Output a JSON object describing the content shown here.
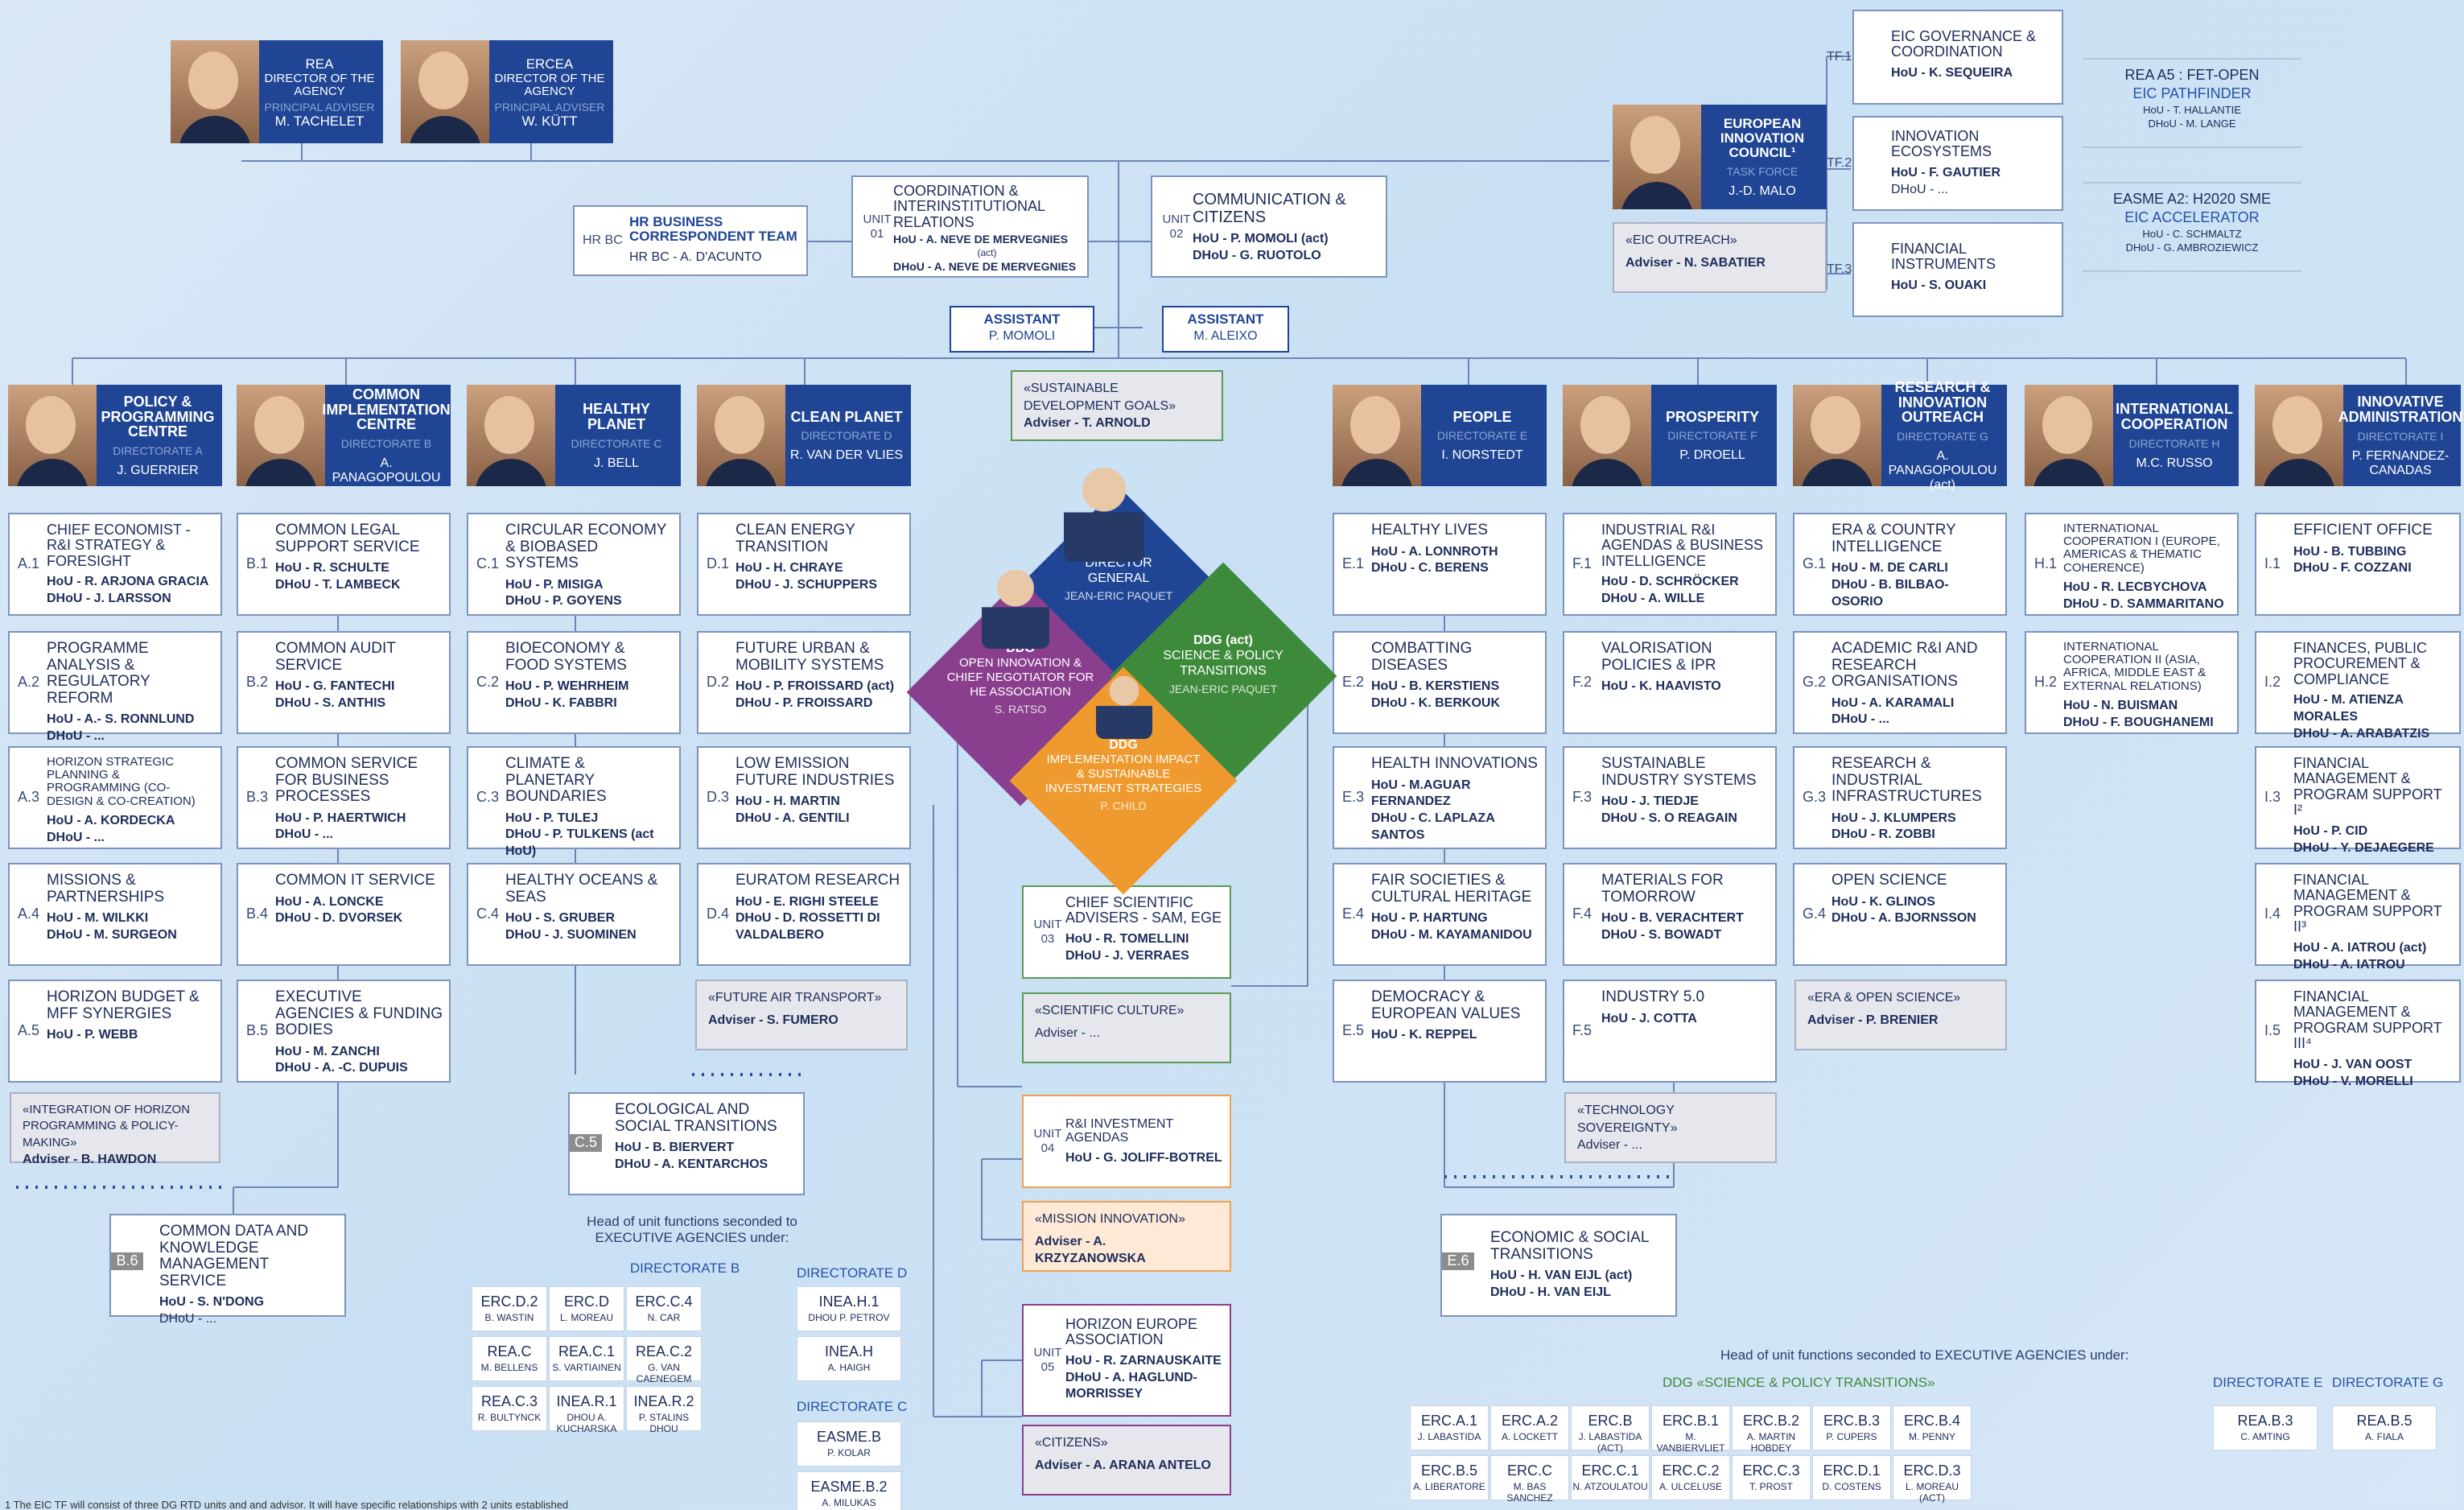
{
  "agencies": {
    "rea": {
      "name": "REA",
      "title": "DIRECTOR OF THE AGENCY",
      "adviser": "PRINCIPAL ADVISER",
      "person": "M. TACHELET"
    },
    "ercea": {
      "name": "ERCEA",
      "title": "DIRECTOR OF THE AGENCY",
      "adviser": "PRINCIPAL ADVISER",
      "person": "W. KÜTT"
    }
  },
  "top_units": {
    "hr": {
      "code": "HR BC",
      "title": "HR BUSINESS CORRESPONDENT TEAM",
      "line": "HR BC - A. D'ACUNTO"
    },
    "u01": {
      "code": "UNIT 01",
      "title": "COORDINATION & INTERINSTITUTIONAL RELATIONS",
      "hou": "HoU - A. NEVE DE MERVEGNIES",
      "act": "(act)",
      "dhou": "DHoU - A. NEVE DE MERVEGNIES"
    },
    "u02": {
      "code": "UNIT 02",
      "title": "COMMUNICATION & CITIZENS",
      "hou": "HoU - P. MOMOLI (act)",
      "dhou": "DHoU - G. RUOTOLO"
    }
  },
  "assistants": [
    {
      "label": "ASSISTANT",
      "name": "P. MOMOLI"
    },
    {
      "label": "ASSISTANT",
      "name": "M. ALEIXO"
    }
  ],
  "sdg": {
    "title": "«SUSTAINABLE DEVELOPMENT GOALS»",
    "adviser": "Adviser - T. ARNOLD"
  },
  "eic": {
    "title": "EUROPEAN INNOVATION COUNCIL¹",
    "sub": "TASK FORCE",
    "person": "J.-D. MALO",
    "outreach": "«EIC OUTREACH»",
    "outreach_adviser": "Adviser - N. SABATIER"
  },
  "tf": [
    {
      "code": "TF.1",
      "title": "EIC GOVERNANCE & COORDINATION",
      "hou": "HoU - K. SEQUEIRA",
      "dhou": ""
    },
    {
      "code": "TF.2",
      "title": "INNOVATION ECOSYSTEMS",
      "hou": "HoU - F. GAUTIER",
      "dhou": "DHoU - ..."
    },
    {
      "code": "TF.3",
      "title": "FINANCIAL INSTRUMENTS",
      "hou": "HoU - S. OUAKI",
      "dhou": ""
    }
  ],
  "side_notes": [
    {
      "l1": "REA A5 : FET-OPEN",
      "l2": "EIC PATHFINDER",
      "l3": "HoU - T. HALLANTIE",
      "l4": "DHoU - M. LANGE"
    },
    {
      "l1": "EASME A2: H2020 SME",
      "l2": "EIC ACCELERATOR",
      "l3": "HoU - C. SCHMALTZ",
      "l4": "DHoU - G. AMBROZIEWICZ"
    }
  ],
  "dg": {
    "title": "DIRECTOR GENERAL",
    "person": "JEAN-ERIC PAQUET"
  },
  "ddg1": {
    "title": "DDG",
    "sub": "OPEN INNOVATION & CHIEF NEGOTIATOR FOR HE ASSOCIATION",
    "person": "S. RATSO"
  },
  "ddg2": {
    "title": "DDG (act)",
    "sub": "SCIENCE & POLICY TRANSITIONS",
    "person": "JEAN-ERIC PAQUET"
  },
  "ddg3": {
    "title": "DDG",
    "sub": "IMPLEMENTATION IMPACT & SUSTAINABLE INVESTMENT STRATEGIES",
    "person": "P. CHILD"
  },
  "directorates": [
    {
      "name": "POLICY & PROGRAMMING CENTRE",
      "dir": "DIRECTORATE A",
      "person": "J. GUERRIER"
    },
    {
      "name": "COMMON IMPLEMENTATION CENTRE",
      "dir": "DIRECTORATE B",
      "person": "A. PANAGOPOULOU"
    },
    {
      "name": "HEALTHY PLANET",
      "dir": "DIRECTORATE C",
      "person": "J. BELL"
    },
    {
      "name": "CLEAN PLANET",
      "dir": "DIRECTORATE D",
      "person": "R. VAN DER VLIES"
    },
    {
      "name": "PEOPLE",
      "dir": "DIRECTORATE E",
      "person": "I. NORSTEDT"
    },
    {
      "name": "PROSPERITY",
      "dir": "DIRECTORATE F",
      "person": "P. DROELL"
    },
    {
      "name": "RESEARCH & INNOVATION OUTREACH",
      "dir": "DIRECTORATE G",
      "person": "A. PANAGOPOULOU (act)"
    },
    {
      "name": "INTERNATIONAL COOPERATION",
      "dir": "DIRECTORATE H",
      "person": "M.C. RUSSO"
    },
    {
      "name": "INNOVATIVE ADMINISTRATION",
      "dir": "DIRECTORATE I",
      "person": "P. FERNANDEZ-CANADAS"
    }
  ],
  "units": {
    "A": [
      {
        "code": "A.1",
        "title": "CHIEF ECONOMIST - R&I STRATEGY & FORESIGHT",
        "hou": "HoU - R. ARJONA GRACIA",
        "dhou": "DHoU - J. LARSSON"
      },
      {
        "code": "A.2",
        "title": "PROGRAMME ANALYSIS & REGULATORY REFORM",
        "hou": "HoU - A.- S. RONNLUND",
        "dhou": "DHoU - ..."
      },
      {
        "code": "A.3",
        "title": "HORIZON STRATEGIC PLANNING & PROGRAMMING (CO-DESIGN & CO-CREATION)",
        "hou": "HoU - A. KORDECKA",
        "dhou": "DHoU - ..."
      },
      {
        "code": "A.4",
        "title": "MISSIONS & PARTNERSHIPS",
        "hou": "HoU - M. WILKKI",
        "dhou": "DHoU - M. SURGEON"
      },
      {
        "code": "A.5",
        "title": "HORIZON BUDGET & MFF SYNERGIES",
        "hou": "HoU - P. WEBB",
        "dhou": ""
      }
    ],
    "B": [
      {
        "code": "B.1",
        "title": "COMMON LEGAL SUPPORT SERVICE",
        "hou": "HoU - R. SCHULTE",
        "dhou": "DHoU - T. LAMBECK"
      },
      {
        "code": "B.2",
        "title": "COMMON AUDIT SERVICE",
        "hou": "HoU - G. FANTECHI",
        "dhou": "DHoU - S. ANTHIS"
      },
      {
        "code": "B.3",
        "title": "COMMON SERVICE FOR BUSINESS PROCESSES",
        "hou": "HoU - P. HAERTWICH",
        "dhou": "DHoU - ..."
      },
      {
        "code": "B.4",
        "title": "COMMON IT SERVICE",
        "hou": "HoU - A. LONCKE",
        "dhou": "DHoU - D. DVORSEK"
      },
      {
        "code": "B.5",
        "title": "EXECUTIVE AGENCIES & FUNDING BODIES",
        "hou": "HoU - M. ZANCHI",
        "dhou": "DHoU - A. -C. DUPUIS"
      }
    ],
    "C": [
      {
        "code": "C.1",
        "title": "CIRCULAR ECONOMY & BIOBASED SYSTEMS",
        "hou": "HoU - P. MISIGA",
        "dhou": "DHoU - P. GOYENS"
      },
      {
        "code": "C.2",
        "title": "BIOECONOMY & FOOD SYSTEMS",
        "hou": "HoU - P. WEHRHEIM",
        "dhou": "DHoU - K. FABBRI"
      },
      {
        "code": "C.3",
        "title": "CLIMATE & PLANETARY BOUNDARIES",
        "hou": "HoU - P. TULEJ",
        "dhou": "DHoU - P. TULKENS (act HoU)"
      },
      {
        "code": "C.4",
        "title": "HEALTHY OCEANS & SEAS",
        "hou": "HoU - S. GRUBER",
        "dhou": "DHoU - J. SUOMINEN"
      }
    ],
    "D": [
      {
        "code": "D.1",
        "title": "CLEAN ENERGY TRANSITION",
        "hou": "HoU - H. CHRAYE",
        "dhou": "DHoU - J. SCHUPPERS"
      },
      {
        "code": "D.2",
        "title": "FUTURE URBAN & MOBILITY SYSTEMS",
        "hou": "HoU - P. FROISSARD (act)",
        "dhou": "DHoU - P. FROISSARD"
      },
      {
        "code": "D.3",
        "title": "LOW EMISSION FUTURE INDUSTRIES",
        "hou": "HoU - H. MARTIN",
        "dhou": "DHoU - A. GENTILI"
      },
      {
        "code": "D.4",
        "title": "EURATOM RESEARCH",
        "hou": "HoU - E. RIGHI STEELE",
        "dhou": "DHoU - D. ROSSETTI DI VALDALBERO"
      }
    ],
    "E": [
      {
        "code": "E.1",
        "title": "HEALTHY LIVES",
        "hou": "HoU - A. LONNROTH",
        "dhou": "DHoU - C. BERENS"
      },
      {
        "code": "E.2",
        "title": "COMBATTING DISEASES",
        "hou": "HoU - B. KERSTIENS",
        "dhou": "DHoU - K. BERKOUK"
      },
      {
        "code": "E.3",
        "title": "HEALTH INNOVATIONS",
        "hou": "HoU - M.AGUAR FERNANDEZ",
        "dhou": "DHoU - C. LAPLAZA SANTOS"
      },
      {
        "code": "E.4",
        "title": "FAIR SOCIETIES & CULTURAL HERITAGE",
        "hou": "HoU - P. HARTUNG",
        "dhou": "DHoU - M. KAYAMANIDOU"
      },
      {
        "code": "E.5",
        "title": "DEMOCRACY & EUROPEAN VALUES",
        "hou": "HoU - K. REPPEL",
        "dhou": ""
      }
    ],
    "F": [
      {
        "code": "F.1",
        "title": "INDUSTRIAL R&I AGENDAS & BUSINESS INTELLIGENCE",
        "hou": "HoU - D. SCHRÖCKER",
        "dhou": "DHoU - A. WILLE"
      },
      {
        "code": "F.2",
        "title": "VALORISATION POLICIES & IPR",
        "hou": "HoU - K. HAAVISTO",
        "dhou": ""
      },
      {
        "code": "F.3",
        "title": "SUSTAINABLE INDUSTRY SYSTEMS",
        "hou": "HoU - J. TIEDJE",
        "dhou": "DHoU - S. O REAGAIN"
      },
      {
        "code": "F.4",
        "title": "MATERIALS FOR TOMORROW",
        "hou": "HoU - B. VERACHTERT",
        "dhou": "DHoU - S. BOWADT"
      },
      {
        "code": "F.5",
        "title": "INDUSTRY 5.0",
        "hou": "HoU - J. COTTA",
        "dhou": ""
      }
    ],
    "G": [
      {
        "code": "G.1",
        "title": "ERA & COUNTRY INTELLIGENCE",
        "hou": "HoU - M. DE CARLI",
        "dhou": "DHoU - B. BILBAO-OSORIO"
      },
      {
        "code": "G.2",
        "title": "ACADEMIC R&I AND RESEARCH ORGANISATIONS",
        "hou": "HoU - A. KARAMALI",
        "dhou": "DHoU - ..."
      },
      {
        "code": "G.3",
        "title": "RESEARCH & INDUSTRIAL INFRASTRUCTURES",
        "hou": "HoU - J. KLUMPERS",
        "dhou": "DHoU - R. ZOBBI"
      },
      {
        "code": "G.4",
        "title": "OPEN SCIENCE",
        "hou": "HoU - K. GLINOS",
        "dhou": "DHoU - A. BJORNSSON"
      }
    ],
    "H": [
      {
        "code": "H.1",
        "title": "INTERNATIONAL COOPERATION I (EUROPE, AMERICAS & THEMATIC COHERENCE)",
        "hou": "HoU - R. LECBYCHOVA",
        "dhou": "DHoU - D. SAMMARITANO"
      },
      {
        "code": "H.2",
        "title": "INTERNATIONAL COOPERATION II (ASIA, AFRICA, MIDDLE EAST & EXTERNAL RELATIONS)",
        "hou": "HoU - N. BUISMAN",
        "dhou": "DHoU - F. BOUGHANEMI"
      }
    ],
    "I": [
      {
        "code": "I.1",
        "title": "EFFICIENT OFFICE",
        "hou": "HoU - B. TUBBING",
        "dhou": "DHoU - F. COZZANI"
      },
      {
        "code": "I.2",
        "title": "FINANCES, PUBLIC PROCUREMENT & COMPLIANCE",
        "hou": "HoU - M. ATIENZA MORALES",
        "dhou": "DHoU - A. ARABATZIS"
      },
      {
        "code": "I.3",
        "title": "FINANCIAL MANAGEMENT & PROGRAM SUPPORT I²",
        "hou": "HoU - P. CID",
        "dhou": "DHoU - Y. DEJAEGERE"
      },
      {
        "code": "I.4",
        "title": "FINANCIAL MANAGEMENT & PROGRAM SUPPORT II³",
        "hou": "HoU - A. IATROU (act)",
        "dhou": "DHoU - A. IATROU"
      },
      {
        "code": "I.5",
        "title": "FINANCIAL MANAGEMENT & PROGRAM SUPPORT III⁴",
        "hou": "HoU - J. VAN OOST",
        "dhou": "DHoU - V. MORELLI"
      }
    ]
  },
  "advisers": {
    "a": {
      "title": "«INTEGRATION OF HORIZON PROGRAMMING & POLICY-MAKING»",
      "adviser": "Adviser - B. HAWDON"
    },
    "d": {
      "title": "«FUTURE AIR TRANSPORT»",
      "adviser": "Adviser - S. FUMERO"
    },
    "f": {
      "title": "«TECHNOLOGY SOVEREIGNTY»",
      "adviser": "Adviser - ..."
    },
    "g": {
      "title": "«ERA & OPEN SCIENCE»",
      "adviser": "Adviser - P. BRENIER"
    },
    "sci": {
      "title": "«SCIENTIFIC CULTURE»",
      "adviser": "Adviser - ..."
    },
    "mission": {
      "title": "«MISSION INNOVATION»",
      "adviser": "Adviser - A. KRZYZANOWSKA"
    },
    "citizens": {
      "title": "«CITIZENS»",
      "adviser": "Adviser - A. ARANA ANTELO"
    }
  },
  "special_units": {
    "c5": {
      "code": "C.5",
      "title": "ECOLOGICAL AND SOCIAL TRANSITIONS",
      "hou": "HoU - B. BIERVERT",
      "dhou": "DHoU - A. KENTARCHOS"
    },
    "b6": {
      "code": "B.6",
      "title": "COMMON DATA AND KNOWLEDGE MANAGEMENT SERVICE",
      "hou": "HoU - S. N'DONG",
      "dhou": "DHoU - ..."
    },
    "e6": {
      "code": "E.6",
      "title": "ECONOMIC & SOCIAL TRANSITIONS",
      "hou": "HoU - H. VAN EIJL (act)",
      "dhou": "DHoU - H. VAN EIJL"
    },
    "u03": {
      "code": "UNIT 03",
      "title": "CHIEF SCIENTIFIC ADVISERS - SAM, EGE",
      "hou": "HoU - R. TOMELLINI",
      "dhou": "DHoU - J. VERRAES"
    },
    "u04": {
      "code": "UNIT 04",
      "title": "R&I INVESTMENT AGENDAS",
      "hou": "HoU - G. JOLIFF-BOTREL",
      "dhou": ""
    },
    "u05": {
      "code": "UNIT 05",
      "title": "HORIZON EUROPE ASSOCIATION",
      "hou": "HoU - R. ZARNAUSKAITE",
      "dhou": "DHoU - A. HAGLUND-MORRISSEY"
    }
  },
  "seconded_left": {
    "heading": "Head of unit functions seconded to EXECUTIVE AGENCIES under:",
    "dirB": "DIRECTORATE B",
    "dirD": "DIRECTORATE D",
    "dirC": "DIRECTORATE C",
    "b_cells": [
      {
        "a": "ERC.D.2",
        "b": "B. WASTIN"
      },
      {
        "a": "ERC.D",
        "b": "L. MOREAU"
      },
      {
        "a": "ERC.C.4",
        "b": "N. CAR"
      },
      {
        "a": "REA.C",
        "b": "M. BELLENS"
      },
      {
        "a": "REA.C.1",
        "b": "S. VARTIAINEN"
      },
      {
        "a": "REA.C.2",
        "b": "G. VAN CAENEGEM"
      },
      {
        "a": "REA.C.3",
        "b": "R. BULTYNCK"
      },
      {
        "a": "INEA.R.1",
        "b": "DHoU A. KUCHARSKA"
      },
      {
        "a": "INEA.R.2",
        "b": "P. STALINS DHoU"
      }
    ],
    "d_cells": [
      {
        "a": "INEA.H.1",
        "b": "DHoU P. PETROV"
      },
      {
        "a": "INEA.H",
        "b": "A. HAIGH"
      }
    ],
    "c_cells": [
      {
        "a": "EASME.B",
        "b": "P. KOLAR"
      },
      {
        "a": "EASME.B.2",
        "b": "A. MILUKAS"
      }
    ]
  },
  "seconded_right": {
    "heading": "Head of unit functions seconded to EXECUTIVE AGENCIES under:",
    "ddg": "DDG «SCIENCE & POLICY TRANSITIONS»",
    "dirE": "DIRECTORATE E",
    "dirG": "DIRECTORATE G",
    "cells": [
      {
        "a": "ERC.A.1",
        "b": "J. LABASTIDA"
      },
      {
        "a": "ERC.A.2",
        "b": "A. LOCKETT"
      },
      {
        "a": "ERC.B",
        "b": "J. LABASTIDA (act)"
      },
      {
        "a": "ERC.B.1",
        "b": "M. VANBIERVLIET"
      },
      {
        "a": "ERC.B.2",
        "b": "A. MARTIN HOBDEY"
      },
      {
        "a": "ERC.B.3",
        "b": "P. CUPERS"
      },
      {
        "a": "ERC.B.4",
        "b": "M. PENNY"
      },
      {
        "a": "ERC.B.5",
        "b": "A. LIBERATORE"
      },
      {
        "a": "ERC.C",
        "b": "M. BAS SANCHEZ"
      },
      {
        "a": "ERC.C.1",
        "b": "N. ATZOULATOU"
      },
      {
        "a": "ERC.C.2",
        "b": "A. ULCELUSE"
      },
      {
        "a": "ERC.C.3",
        "b": "T. PROST"
      },
      {
        "a": "ERC.D.1",
        "b": "D. COSTENS"
      },
      {
        "a": "ERC.D.3",
        "b": "L. MOREAU (act)"
      }
    ],
    "e_cell": {
      "a": "REA.B.3",
      "b": "C. AMTING"
    },
    "g_cell": {
      "a": "REA.B.5",
      "b": "A. FIALA"
    }
  },
  "footnote": "1 The EIC TF will consist of three DG RTD units and and advisor. It will have specific relationships with 2 units established",
  "colors": {
    "navy": "#1f4594",
    "purple": "#8a3f8e",
    "green": "#3e8a3b",
    "orange": "#ef9a2e",
    "line": "#6d85b6"
  }
}
